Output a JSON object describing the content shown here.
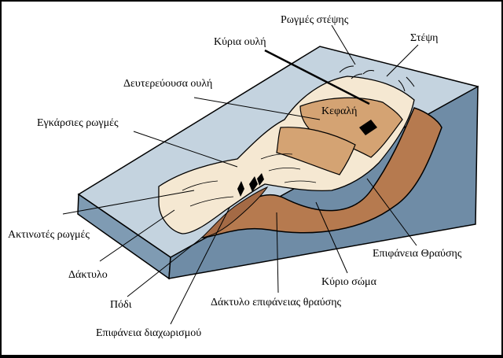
{
  "labels": {
    "crown_cracks": "Ρωγμές στέψης",
    "crown": "Στέψη",
    "main_scarp": "Κύρια ουλή",
    "minor_scarp": "Δευτερεύουσα ουλή",
    "head": "Κεφαλή",
    "transverse_cracks": "Εγκάρσιες ρωγμές",
    "radial_cracks": "Ακτινωτές ρωγμές",
    "toe": "Δάκτυλο",
    "foot": "Πόδι",
    "separation_surface": "Επιφάνεια διαχωρισμού",
    "toe_of_rupture": "Δάκτυλο επιφάνειας θραύσης",
    "main_body": "Κύριο σώμα",
    "rupture_surface": "Επιφάνεια Θραύσης"
  },
  "colors": {
    "block_top": "#c4d3df",
    "block_front": "#7f9bb3",
    "block_side": "#6f8ca6",
    "body_light": "#f5e8d2",
    "head_block": "#d4a373",
    "rupture_surface": "#b67a4f",
    "soil_dark": "#a46a45"
  }
}
